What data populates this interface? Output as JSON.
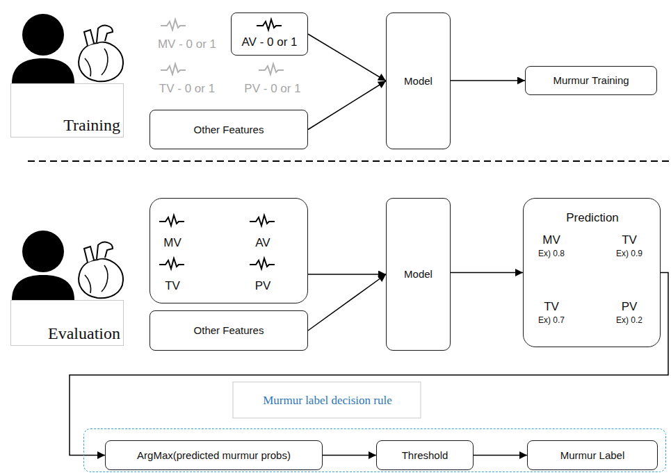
{
  "diagram": {
    "nodes": [
      {
        "text": [
          "Training"
        ]
      },
      {
        "text": [
          "AV - 0 or 1"
        ]
      },
      {
        "text": [
          "Other Features"
        ]
      },
      {
        "text": [
          "Model"
        ]
      },
      {
        "text": [
          "Murmur Training"
        ]
      },
      {
        "text": [
          "Evaluation"
        ]
      },
      {
        "text": [
          "MV",
          "AV",
          "TV",
          "PV"
        ]
      },
      {
        "text": [
          "Other Features"
        ]
      },
      {
        "text": [
          "Model"
        ]
      },
      {
        "text": [
          "Prediction",
          "MV",
          "Ex) 0.8",
          "TV",
          "Ex) 0.9",
          "TV",
          "Ex) 0.7",
          "PV",
          "Ex) 0.2"
        ]
      },
      {
        "text": [
          "Murmur label decision rule"
        ]
      },
      {
        "text": [
          "ArgMax(predicted murmur probs)"
        ],
        "in": 10
      },
      {
        "text": [
          "Threshold"
        ],
        "in": 10
      },
      {
        "text": [
          "Murmur Label"
        ],
        "in": 10
      }
    ],
    "edges": [
      {
        "from": 1,
        "to": 3,
        "arrow": "to"
      },
      {
        "from": 2,
        "to": 3,
        "arrow": "to"
      },
      {
        "from": 3,
        "to": 4,
        "arrow": "to"
      },
      {
        "from": 6,
        "to": 8,
        "arrow": "to"
      },
      {
        "from": 7,
        "to": 8,
        "arrow": "to"
      },
      {
        "from": 8,
        "to": 9,
        "arrow": "to"
      },
      {
        "from": 9,
        "to": 11,
        "arrow": "to"
      },
      {
        "from": 11,
        "to": 12,
        "arrow": "to"
      },
      {
        "from": 12,
        "to": 13,
        "arrow": "to"
      }
    ],
    "labels": [
      "MV - 0 or 1",
      "TV - 0 or 1",
      "PV - 0 or 1"
    ]
  }
}
